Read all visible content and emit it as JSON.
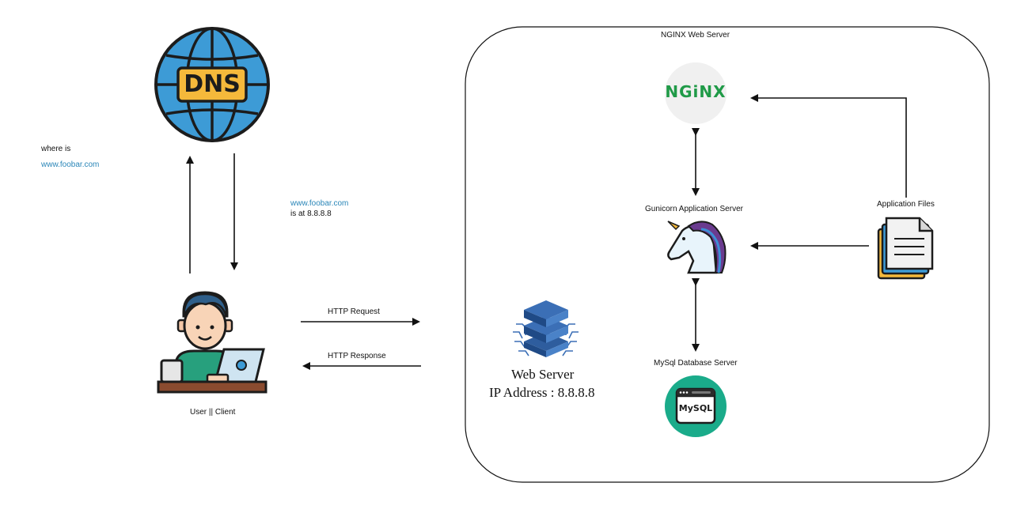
{
  "dns": {
    "label": "DNS"
  },
  "query": {
    "line1": "where is",
    "line2": "www.foobar.com"
  },
  "answer": {
    "line1": "www.foobar.com",
    "line2": "is at 8.8.8.8"
  },
  "client": {
    "label": "User || Client"
  },
  "http": {
    "request": "HTTP Request",
    "response": "HTTP Response"
  },
  "web_server": {
    "title": "Web Server",
    "ip": "IP Address : 8.8.8.8"
  },
  "nginx_box": {
    "title": "NGINX Web Server"
  },
  "nginx": {
    "logo": "NGiNX",
    "logo_color": "#1f9a47"
  },
  "gunicorn": {
    "label": "Gunicorn Application Server"
  },
  "mysql": {
    "label": "MySql Database Server",
    "logo": "MySQL",
    "bg_color": "#1aab8a"
  },
  "app_files": {
    "label": "Application Files"
  },
  "colors": {
    "globe": "#3d9bd6",
    "dns_plate": "#f5b93b",
    "server": "#3b6fb6",
    "desk": "#8a4b2f"
  }
}
